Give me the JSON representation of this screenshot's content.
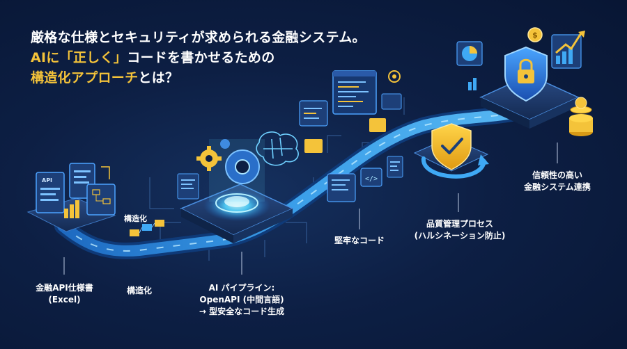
{
  "headline": {
    "line1": "厳格な仕様とセキュリティが求められる金融システム。",
    "line2_prefix": "AIに",
    "line2_highlight": "「正しく」",
    "line2_suffix": "コードを書かせるための",
    "line3_highlight": "構造化アプローチ",
    "line3_suffix": "とは？"
  },
  "stages": {
    "spec": {
      "line1": "金融API仕様書",
      "line2": "(Excel)"
    },
    "structuring": {
      "line1": "構造化"
    },
    "pipeline": {
      "line1": "AI パイプライン:",
      "line2": "OpenAPI (中間言語)",
      "line3": "→ 型安全なコード生成"
    },
    "code": {
      "line1": "堅牢なコード"
    },
    "quality": {
      "line1": "品質管理プロセス",
      "line2": "(ハルシネーション防止)"
    },
    "integration": {
      "line1": "信頼性の高い",
      "line2": "金融システム連携"
    }
  },
  "floating": {
    "structuring_tag": "構造化",
    "api_doc_tag": "API"
  },
  "colors": {
    "accent_yellow": "#f4c33a",
    "flow_blue": "#3fa9f5",
    "glow_cyan": "#6fe3ff",
    "background": "#0d1f44"
  }
}
